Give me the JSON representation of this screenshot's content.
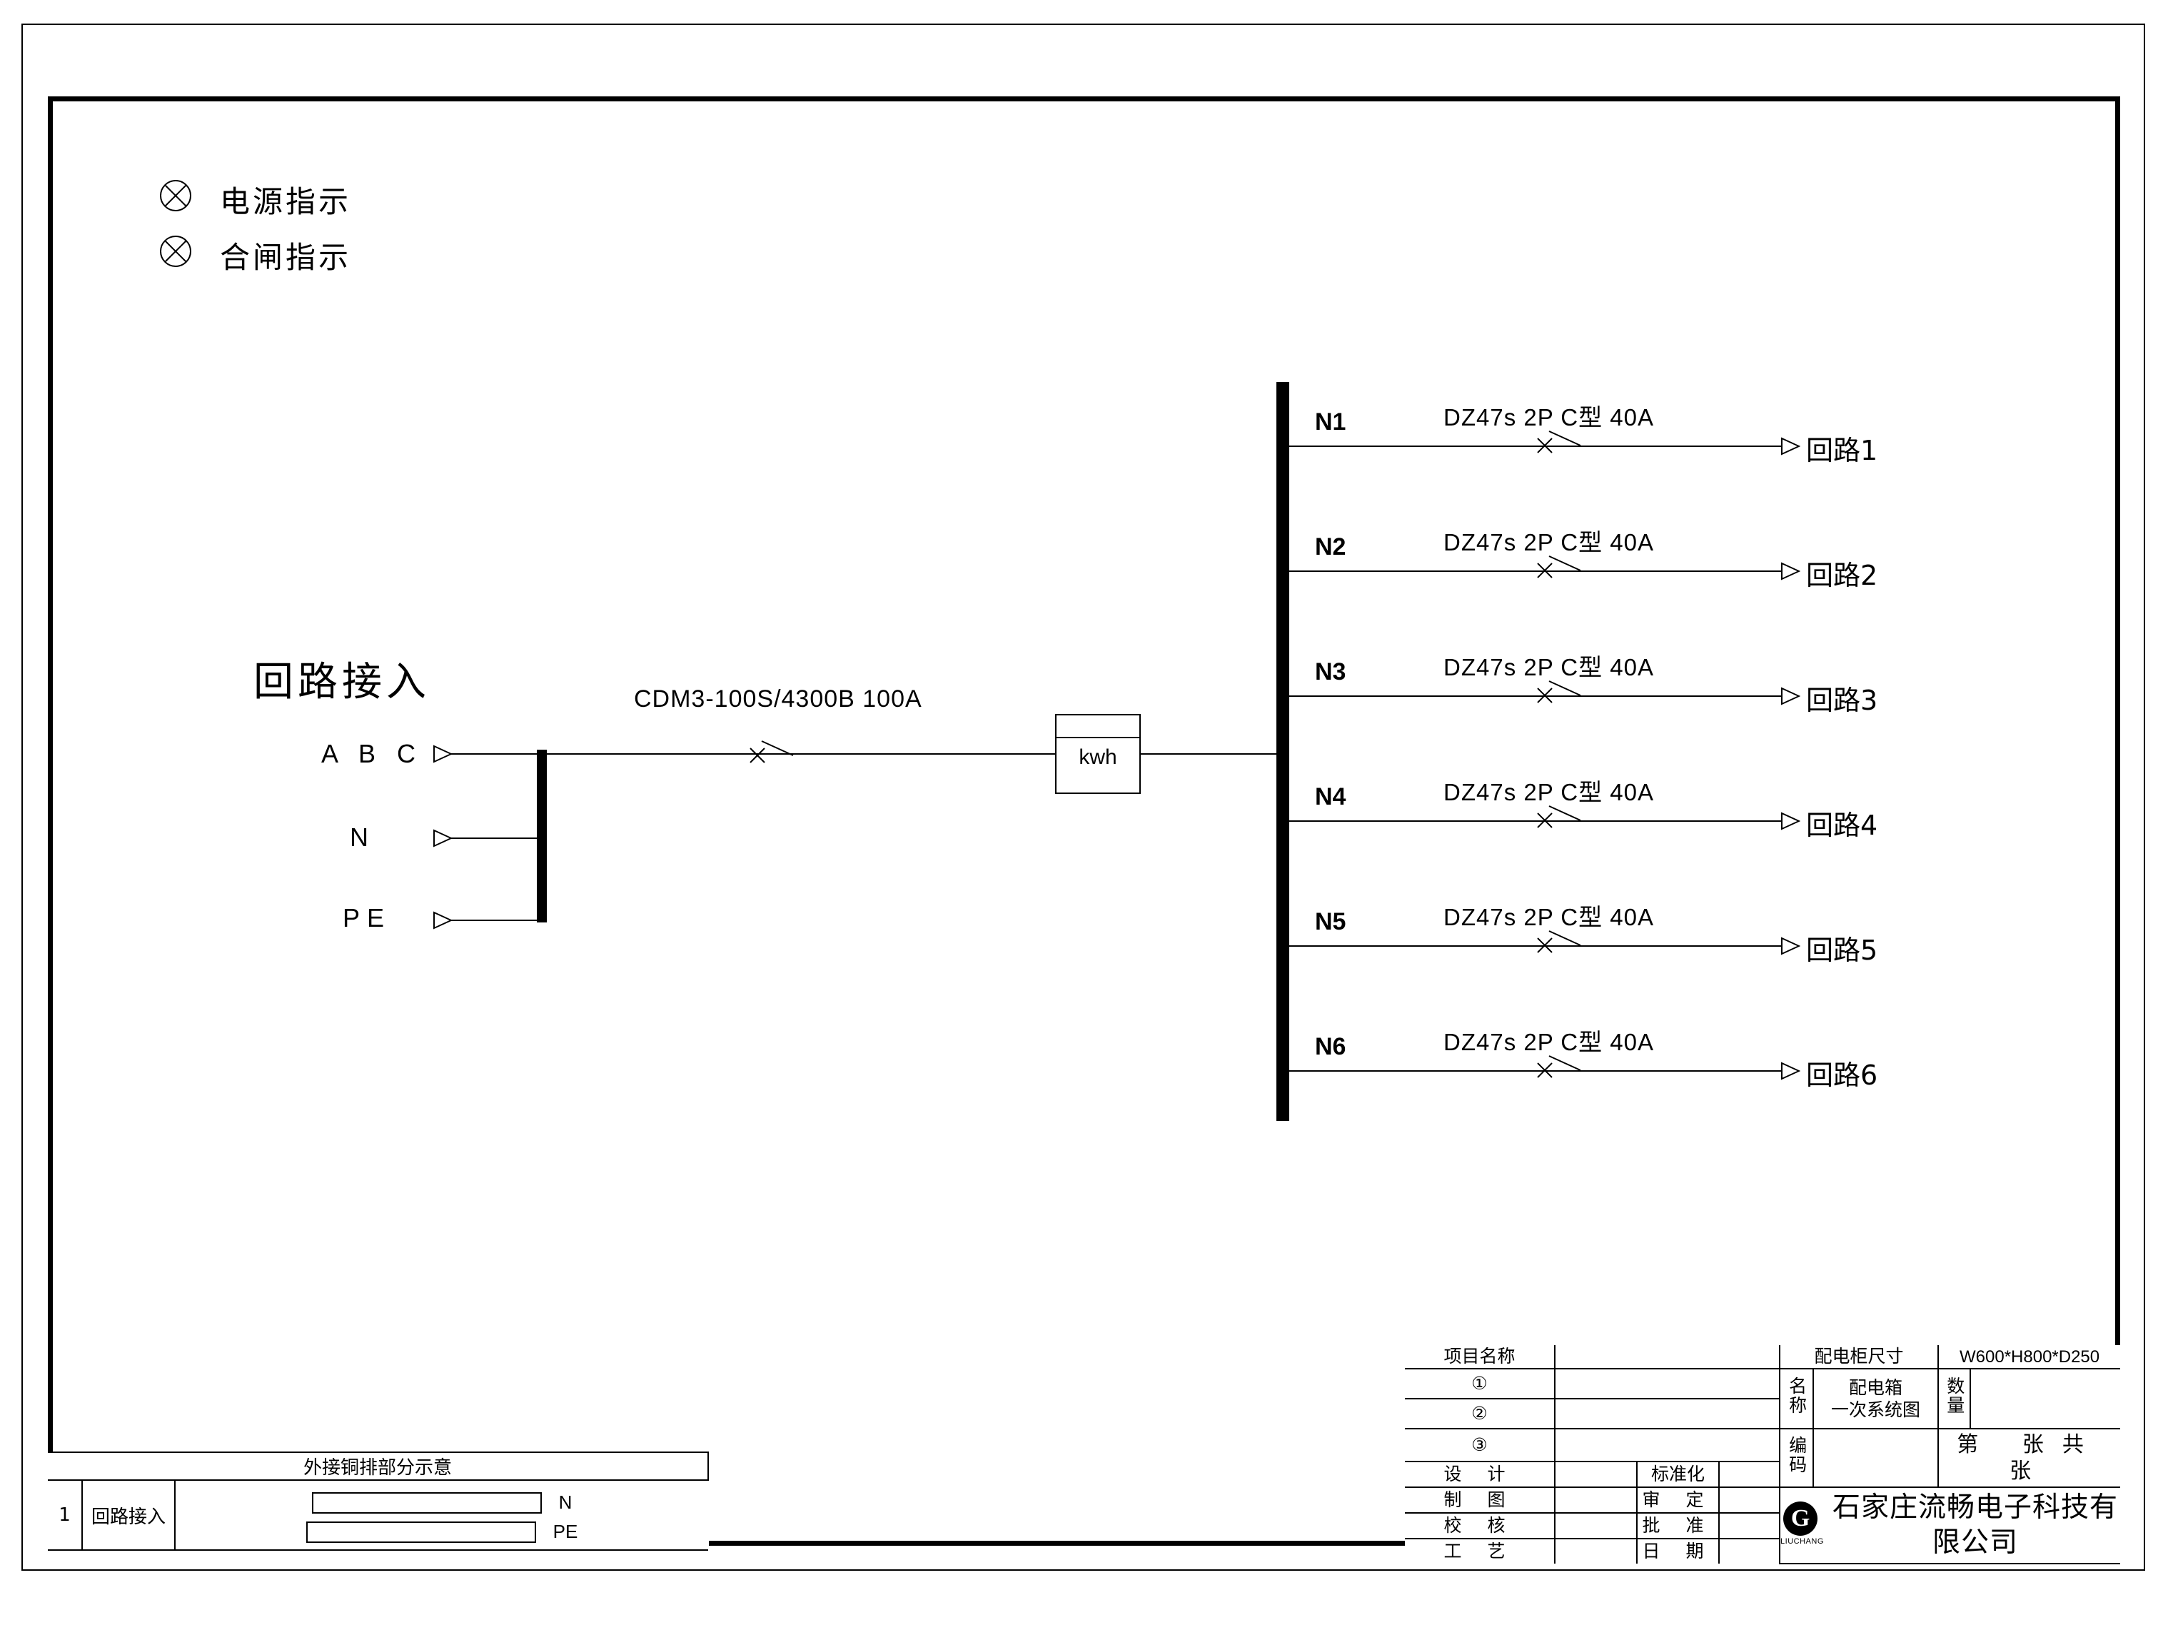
{
  "legend": {
    "items": [
      {
        "icon": "lamp-cross-circle-icon",
        "label": "电源指示"
      },
      {
        "icon": "lamp-cross-circle-icon",
        "label": "合闸指示"
      }
    ]
  },
  "incoming": {
    "title": "回路接入",
    "terminals": [
      "A B C",
      "N",
      "PE"
    ],
    "main_breaker": "CDM3-100S/4300B  100A",
    "meter": "kwh"
  },
  "branches": [
    {
      "node": "N1",
      "spec": "DZ47s  2P  C型  40A",
      "outgoing": "回路1"
    },
    {
      "node": "N2",
      "spec": "DZ47s  2P  C型  40A",
      "outgoing": "回路2"
    },
    {
      "node": "N3",
      "spec": "DZ47s  2P  C型  40A",
      "outgoing": "回路3"
    },
    {
      "node": "N4",
      "spec": "DZ47s  2P  C型  40A",
      "outgoing": "回路4"
    },
    {
      "node": "N5",
      "spec": "DZ47s  2P  C型  40A",
      "outgoing": "回路5"
    },
    {
      "node": "N6",
      "spec": "DZ47s  2P  C型  40A",
      "outgoing": "回路6"
    }
  ],
  "copper_table": {
    "header": "外接铜排部分示意",
    "rows": [
      {
        "no": "1",
        "name": "回路接入",
        "bars": [
          "N",
          "PE"
        ]
      }
    ]
  },
  "title_block": {
    "project_name_label": "项目名称",
    "project_name_value": "",
    "item_rows": [
      {
        "marker": "①",
        "value": ""
      },
      {
        "marker": "②",
        "value": ""
      },
      {
        "marker": "③",
        "value": ""
      }
    ],
    "sign_rows": [
      {
        "left_label": "设  计",
        "left_value": "",
        "right_label": "标准化",
        "right_value": ""
      },
      {
        "left_label": "制  图",
        "left_value": "",
        "right_label": "审  定",
        "right_value": ""
      },
      {
        "left_label": "校  核",
        "left_value": "",
        "right_label": "批  准",
        "right_value": ""
      },
      {
        "left_label": "工  艺",
        "left_value": "",
        "right_label": "日  期",
        "right_value": ""
      }
    ],
    "cabinet_size_label": "配电柜尺寸",
    "cabinet_size_value": "W600*H800*D250",
    "name_label": "名称",
    "name_value_line1": "配电箱",
    "name_value_line2": "一次系统图",
    "qty_label": "数量",
    "qty_value": "",
    "code_label": "编码",
    "code_value": "",
    "sheet_text": "第    张共    张",
    "company": "石家庄流畅电子科技有限公司",
    "logo_letter": "G",
    "logo_sub": "LIUCHANG"
  },
  "colors": {
    "ink": "#000000",
    "paper": "#ffffff"
  }
}
